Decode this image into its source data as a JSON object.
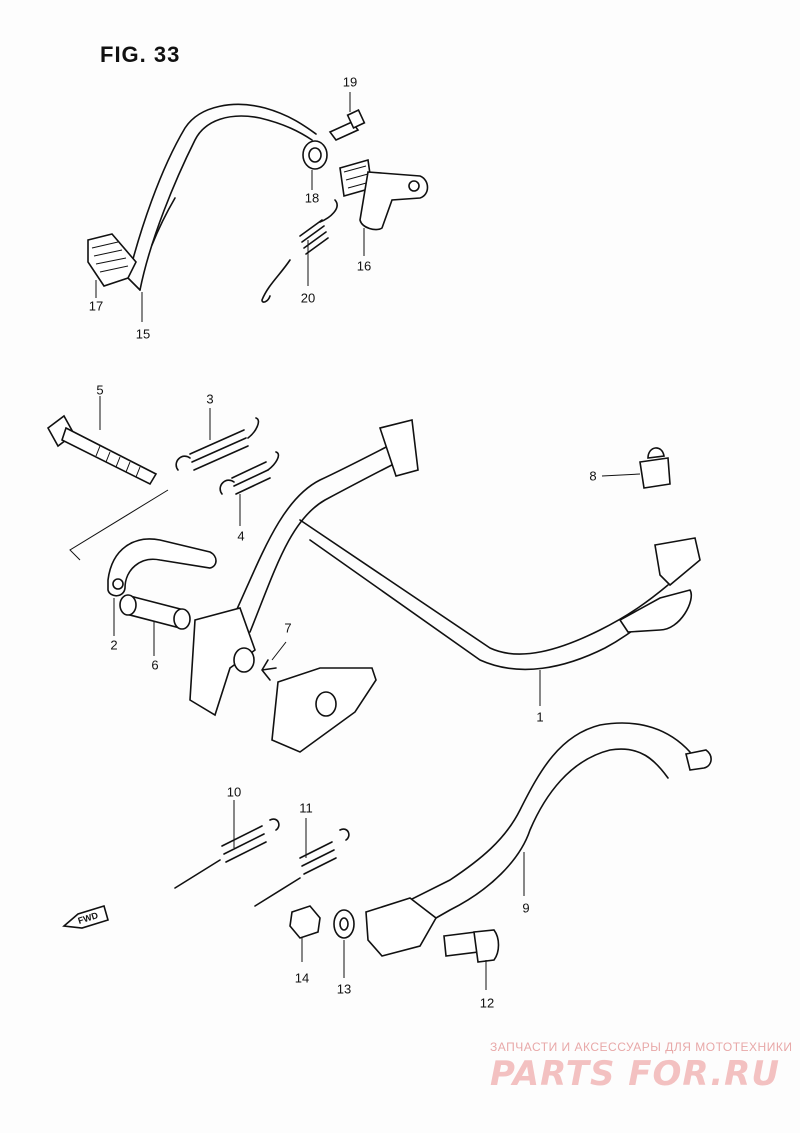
{
  "figure": {
    "title": "FIG. 33"
  },
  "callouts": [
    {
      "id": "c1",
      "text": "1"
    },
    {
      "id": "c2",
      "text": "2"
    },
    {
      "id": "c3",
      "text": "3"
    },
    {
      "id": "c4",
      "text": "4"
    },
    {
      "id": "c5",
      "text": "5"
    },
    {
      "id": "c6",
      "text": "6"
    },
    {
      "id": "c7",
      "text": "7"
    },
    {
      "id": "c8",
      "text": "8"
    },
    {
      "id": "c9",
      "text": "9"
    },
    {
      "id": "c10",
      "text": "10"
    },
    {
      "id": "c11",
      "text": "11"
    },
    {
      "id": "c12",
      "text": "12"
    },
    {
      "id": "c13",
      "text": "13"
    },
    {
      "id": "c14",
      "text": "14"
    },
    {
      "id": "c15",
      "text": "15"
    },
    {
      "id": "c16",
      "text": "16"
    },
    {
      "id": "c17",
      "text": "17"
    },
    {
      "id": "c18",
      "text": "18"
    },
    {
      "id": "c19",
      "text": "19"
    },
    {
      "id": "c20",
      "text": "20"
    }
  ],
  "direction_marker": {
    "text": "FWD",
    "icon": "fwd-arrow-icon"
  },
  "watermark": {
    "tagline": "ЗАПЧАСТИ И АКСЕССУАРЫ ДЛЯ МОТОТЕХНИКИ",
    "logo": "PARTS FOR.RU",
    "color": "#e07070"
  }
}
